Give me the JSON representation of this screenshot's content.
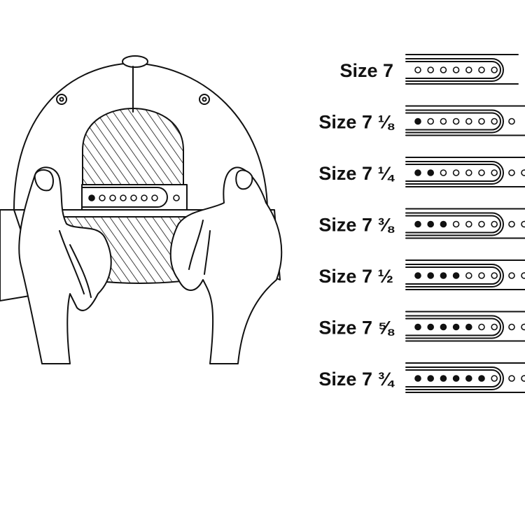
{
  "sizes": [
    {
      "label": "Size 7",
      "filled_holes": 0
    },
    {
      "label": "Size 7 ⅛",
      "filled_holes": 1
    },
    {
      "label": "Size 7 ¼",
      "filled_holes": 2
    },
    {
      "label": "Size 7 ⅜",
      "filled_holes": 3
    },
    {
      "label": "Size 7 ½",
      "filled_holes": 4
    },
    {
      "label": "Size 7 ⅝",
      "filled_holes": 5
    },
    {
      "label": "Size 7 ¾",
      "filled_holes": 6
    }
  ],
  "illustration": {
    "filled_holes": 1
  }
}
